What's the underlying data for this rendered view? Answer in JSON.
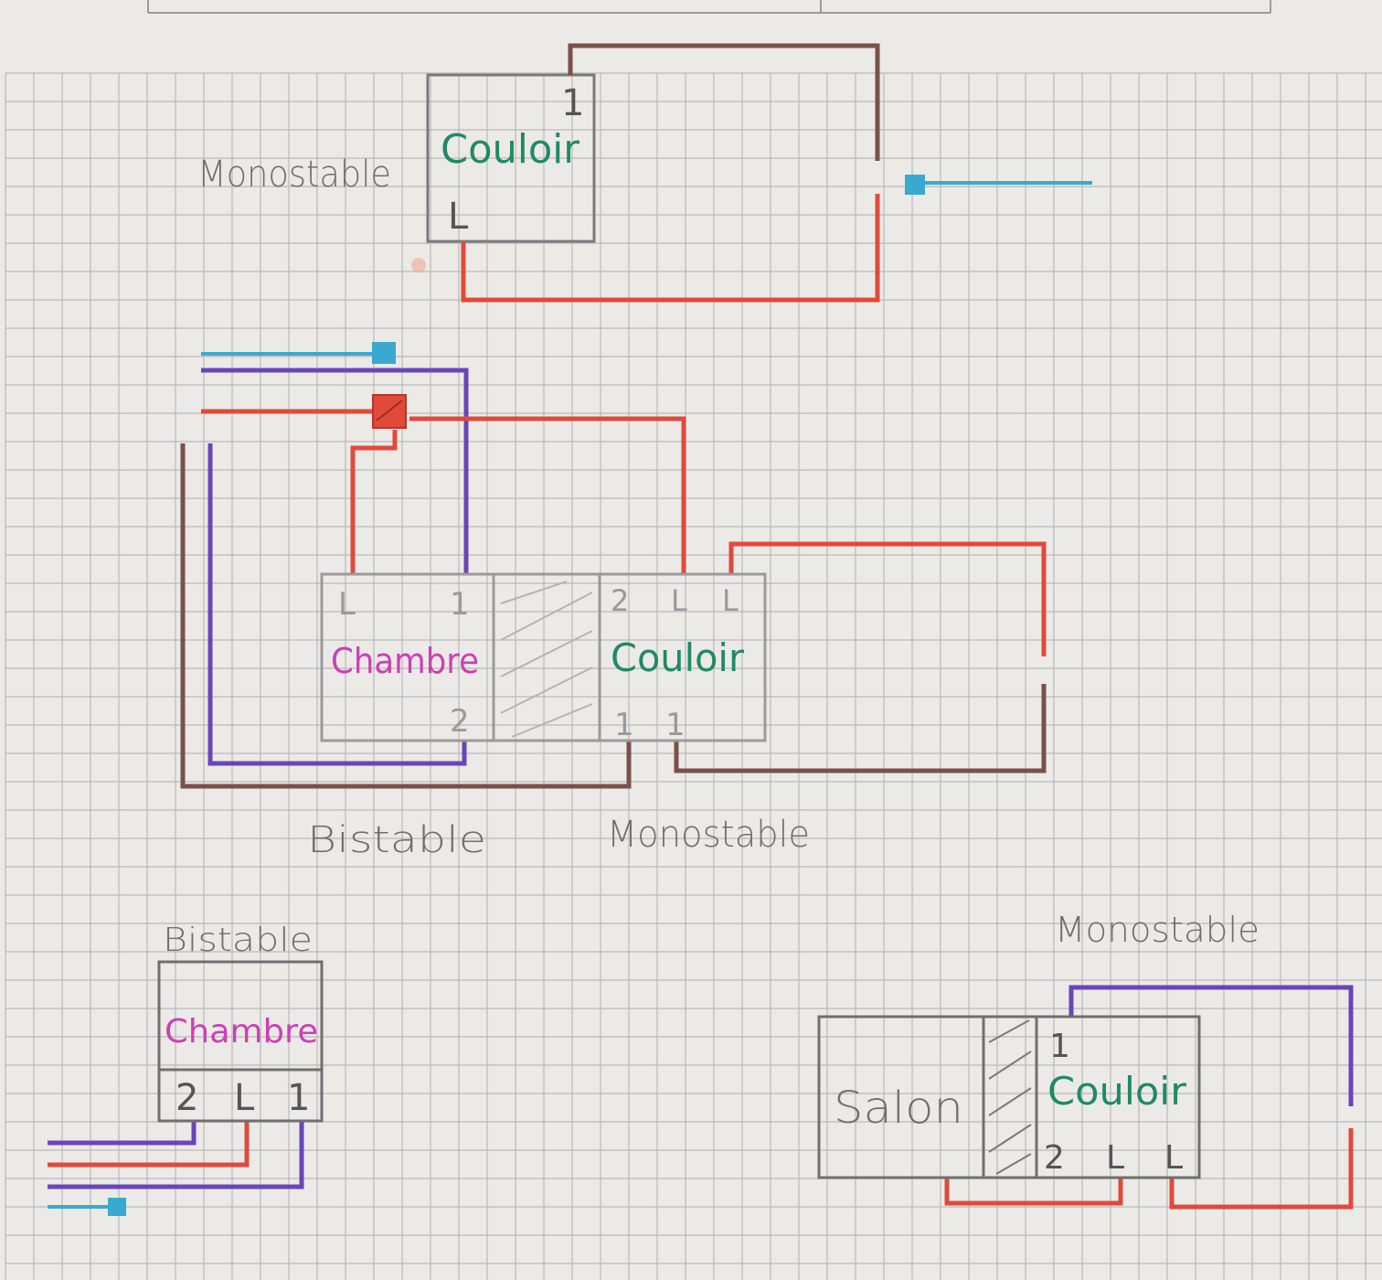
{
  "colors": {
    "paper": "#eceae6",
    "grid": "#b9b9b9",
    "box": "#7a7a7a",
    "phase_red": "#e04a3a",
    "neutral_blue": "#3aa9cf",
    "return_brown": "#7a5048",
    "return_purple": "#6a45b8",
    "label_green": "#1f8a66",
    "label_pink": "#cc3fb6",
    "label_gray": "#6f6f6f"
  },
  "diagram1": {
    "type_label": "Monostable",
    "switch_name": "Couloir",
    "terminal_top": "1",
    "terminal_bottom": "L"
  },
  "diagram2": {
    "left_name": "Chambre",
    "left_terminal_l": "L",
    "left_terminal_1": "1",
    "left_terminal_2": "2",
    "right_name": "Couloir",
    "right_terminal_2": "2",
    "right_terminal_l1": "L",
    "right_terminal_l2": "L",
    "right_terminal_1a": "1",
    "right_terminal_1b": "1",
    "left_type_label": "Bistable",
    "right_type_label": "Monostable"
  },
  "diagram3": {
    "type_label": "Bistable",
    "switch_name": "Chambre",
    "terminal_2": "2",
    "terminal_l": "L",
    "terminal_1": "1"
  },
  "diagram4": {
    "type_label": "Monostable",
    "left_name": "Salon",
    "right_name": "Couloir",
    "terminal_1": "1",
    "terminal_2": "2",
    "terminal_l1": "L",
    "terminal_l2": "L"
  }
}
